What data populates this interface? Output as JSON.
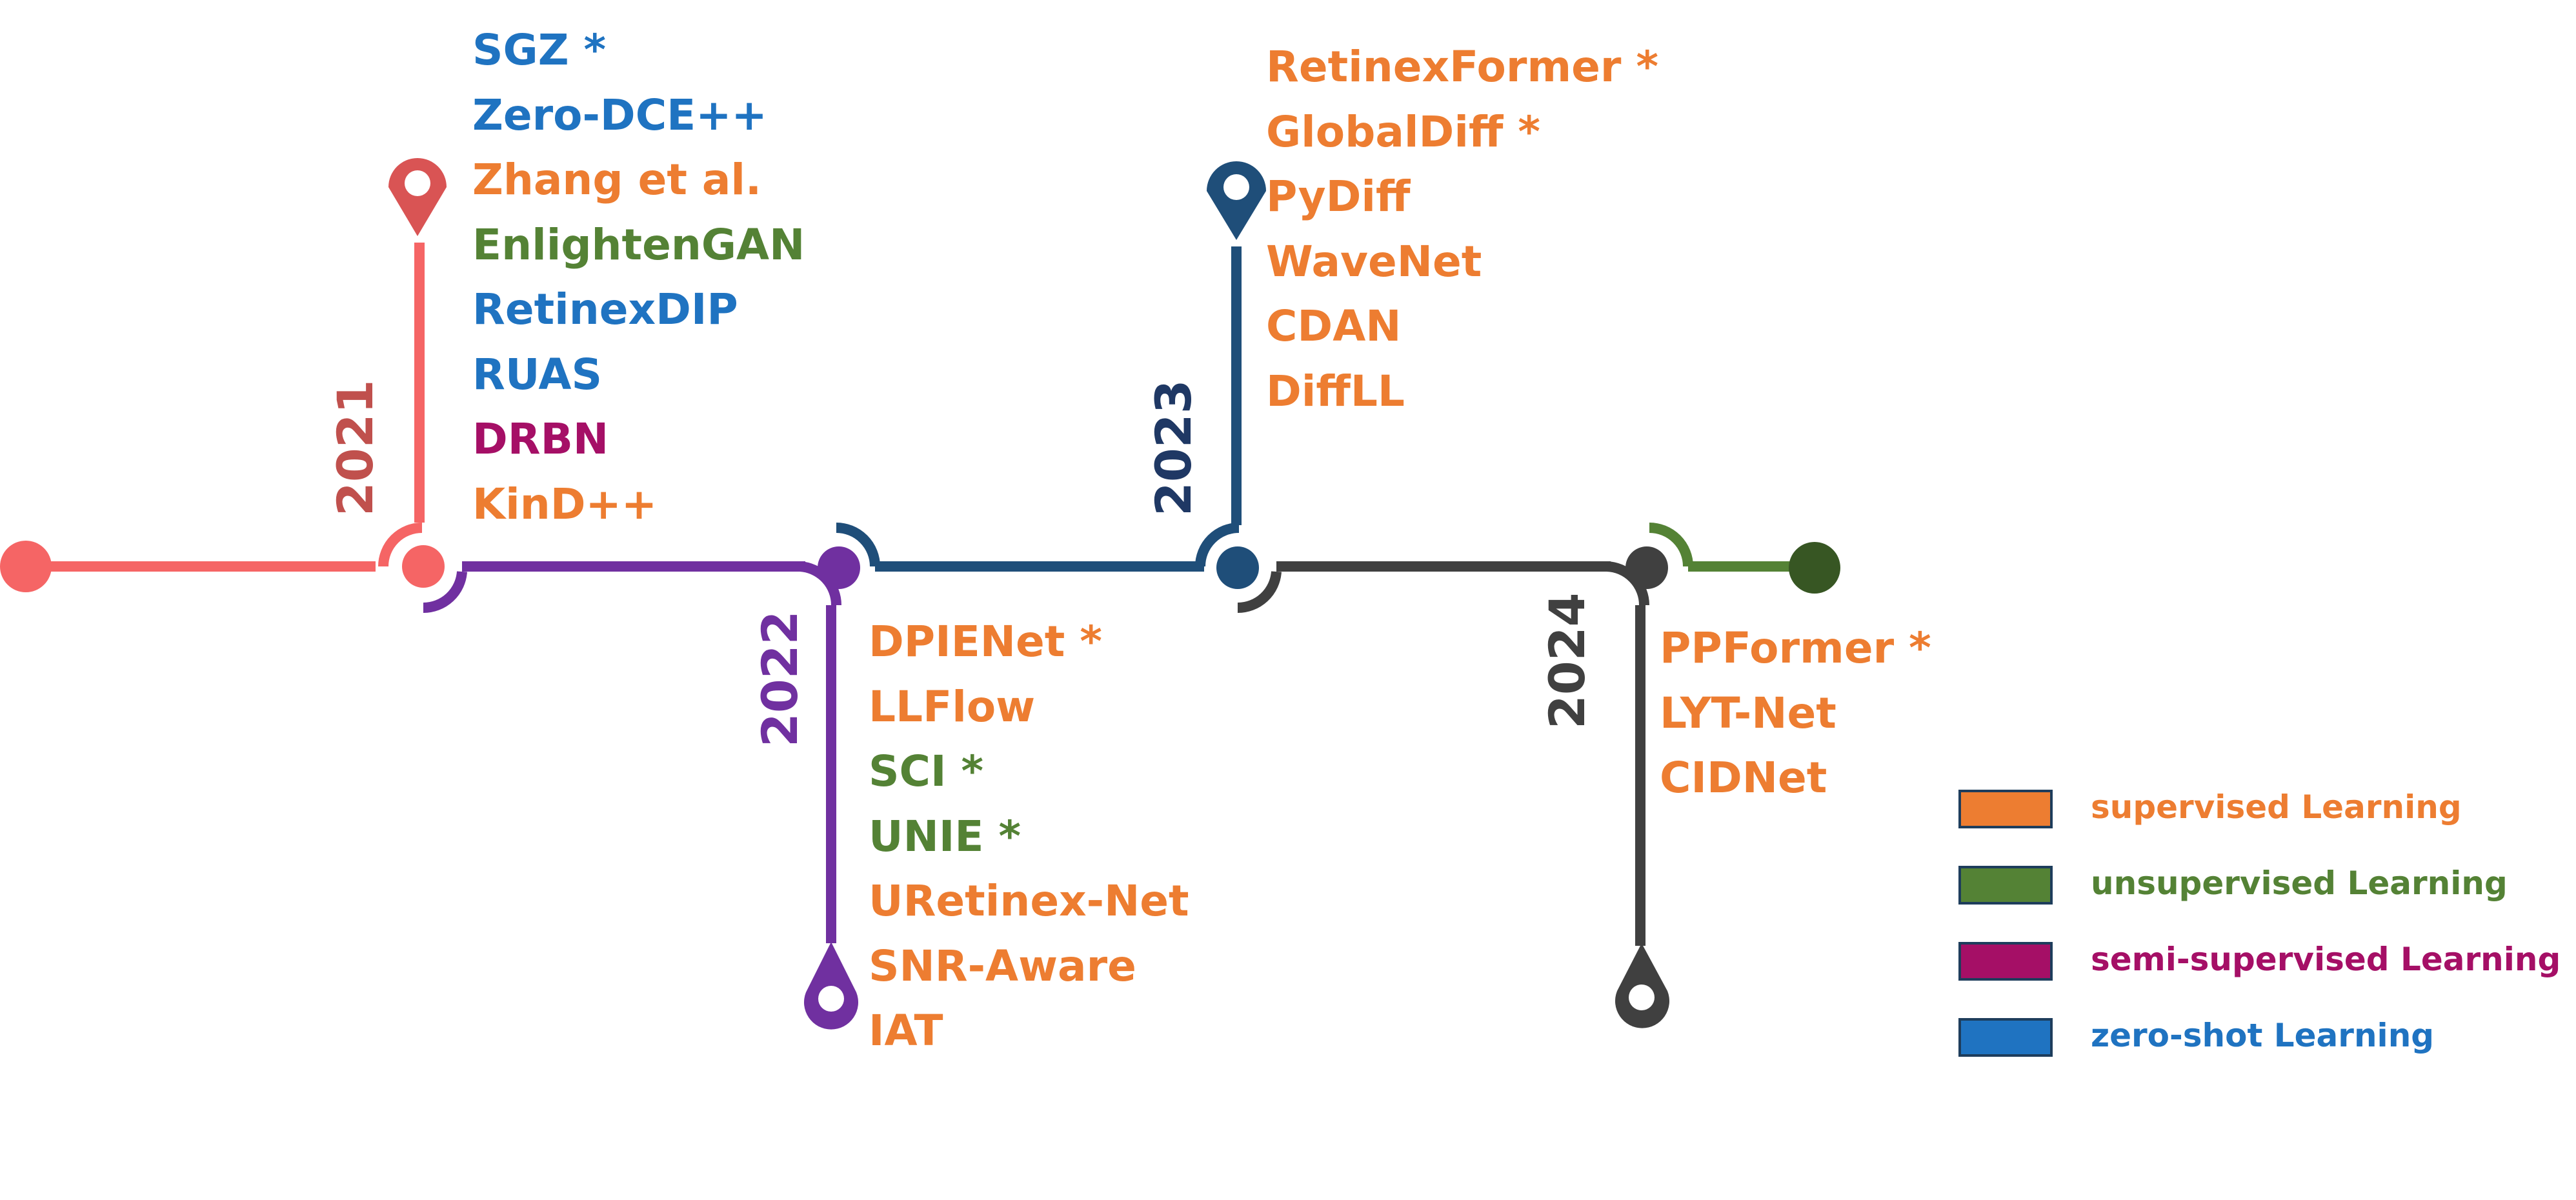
{
  "colors": {
    "supervised": "#ed7d31",
    "unsupervised": "#548235",
    "semi_supervised": "#a50f66",
    "zero_shot": "#1f73c1",
    "line_2021": "#f56565",
    "line_2022": "#7030a0",
    "line_2023": "#1f4e79",
    "line_2024": "#404040",
    "end_dot": "#375623"
  },
  "years": {
    "y2021": {
      "label": "2021",
      "color": "#c0504d"
    },
    "y2022": {
      "label": "2022",
      "color": "#7030a0"
    },
    "y2023": {
      "label": "2023",
      "color": "#1f3864"
    },
    "y2024": {
      "label": "2024",
      "color": "#404040"
    }
  },
  "methods_2021": [
    {
      "name": "SGZ *",
      "category": "zero_shot"
    },
    {
      "name": "Zero-DCE++",
      "category": "zero_shot"
    },
    {
      "name": "Zhang et al.",
      "category": "supervised"
    },
    {
      "name": "EnlightenGAN",
      "category": "unsupervised"
    },
    {
      "name": "RetinexDIP",
      "category": "zero_shot"
    },
    {
      "name": "RUAS",
      "category": "zero_shot"
    },
    {
      "name": "DRBN",
      "category": "semi_supervised"
    },
    {
      "name": "KinD++",
      "category": "supervised"
    }
  ],
  "methods_2022": [
    {
      "name": "DPIENet *",
      "category": "supervised"
    },
    {
      "name": "LLFlow",
      "category": "supervised"
    },
    {
      "name": "SCI *",
      "category": "unsupervised"
    },
    {
      "name": "UNIE *",
      "category": "unsupervised"
    },
    {
      "name": "URetinex-Net",
      "category": "supervised"
    },
    {
      "name": "SNR-Aware",
      "category": "supervised"
    },
    {
      "name": "IAT",
      "category": "supervised"
    }
  ],
  "methods_2023": [
    {
      "name": "RetinexFormer *",
      "category": "supervised"
    },
    {
      "name": "GlobalDiff *",
      "category": "supervised"
    },
    {
      "name": "PyDiff",
      "category": "supervised"
    },
    {
      "name": "WaveNet",
      "category": "supervised"
    },
    {
      "name": "CDAN",
      "category": "supervised"
    },
    {
      "name": "DiffLL",
      "category": "supervised"
    }
  ],
  "methods_2024": [
    {
      "name": "PPFormer *",
      "category": "supervised"
    },
    {
      "name": "LYT-Net",
      "category": "supervised"
    },
    {
      "name": "CIDNet",
      "category": "supervised"
    }
  ],
  "legend": [
    {
      "label": "supervised Learning",
      "category": "supervised"
    },
    {
      "label": "unsupervised Learning",
      "category": "unsupervised"
    },
    {
      "label": "semi-supervised Learning",
      "category": "semi_supervised"
    },
    {
      "label": "zero-shot Learning",
      "category": "zero_shot"
    }
  ]
}
